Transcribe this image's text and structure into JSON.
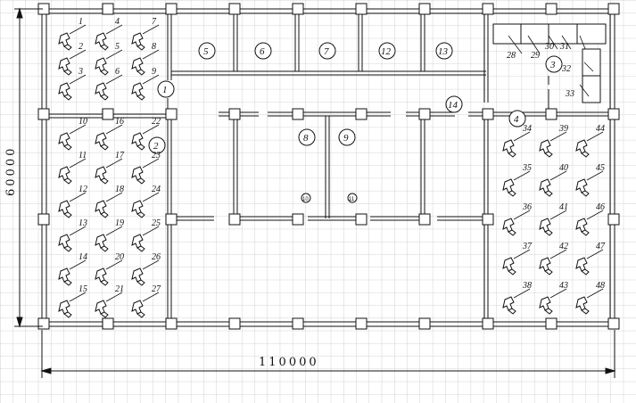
{
  "dimensions": {
    "width_label": "110000",
    "height_label": "60000"
  },
  "circles": [
    {
      "id": "1",
      "label": "1"
    },
    {
      "id": "2",
      "label": "2"
    },
    {
      "id": "3",
      "label": "3"
    },
    {
      "id": "4",
      "label": "4"
    },
    {
      "id": "5",
      "label": "5"
    },
    {
      "id": "6",
      "label": "6"
    },
    {
      "id": "7",
      "label": "7"
    },
    {
      "id": "8",
      "label": "8"
    },
    {
      "id": "9",
      "label": "9"
    },
    {
      "id": "12",
      "label": "12"
    },
    {
      "id": "13",
      "label": "13"
    },
    {
      "id": "14",
      "label": "14"
    }
  ],
  "small_circles": [
    {
      "id": "10",
      "label": "10"
    },
    {
      "id": "11",
      "label": "11"
    }
  ],
  "workstations": {
    "left_top": [
      "1",
      "2",
      "3",
      "4",
      "5",
      "6",
      "7",
      "8",
      "9"
    ],
    "left_bottom": [
      "10",
      "11",
      "12",
      "13",
      "14",
      "15",
      "16",
      "17",
      "18",
      "19",
      "20",
      "21",
      "22",
      "23",
      "24",
      "25",
      "26",
      "27"
    ],
    "right": [
      "34",
      "35",
      "36",
      "37",
      "38",
      "39",
      "40",
      "41",
      "42",
      "43",
      "44",
      "45",
      "46",
      "47",
      "48"
    ]
  },
  "equipment": [
    "28",
    "29",
    "30",
    "31",
    "32",
    "33"
  ]
}
